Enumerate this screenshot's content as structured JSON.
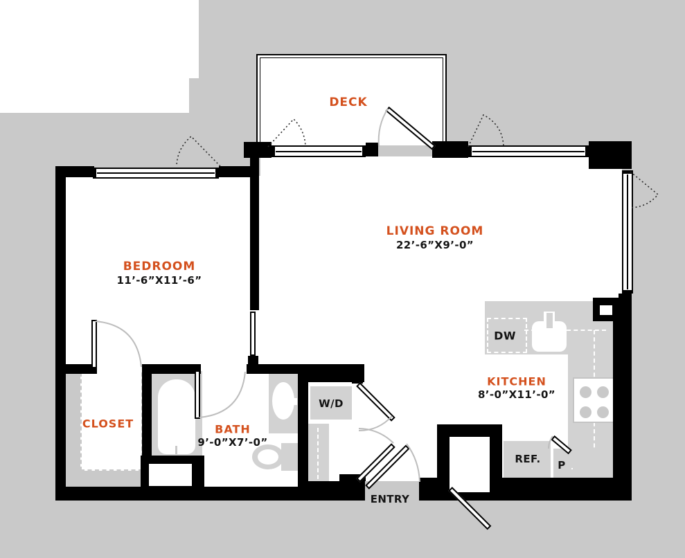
{
  "colors": {
    "accent_orange": "#d4511e",
    "wall_black": "#000000",
    "exterior_gray": "#c9c9c9",
    "fixture_gray": "#d2d2d2"
  },
  "rooms": {
    "deck": {
      "label": "DECK"
    },
    "living_room": {
      "label": "LIVING ROOM",
      "dims": "22’-6”X9’-0”"
    },
    "bedroom": {
      "label": "BEDROOM",
      "dims": "11’-6”X11’-6”"
    },
    "closet": {
      "label": "CLOSET"
    },
    "bath": {
      "label": "BATH",
      "dims": "9’-0”X7’-0”"
    },
    "kitchen": {
      "label": "KITCHEN",
      "dims": "8’-0”X11’-0”"
    },
    "entry": {
      "label": "ENTRY"
    }
  },
  "fixtures": {
    "washer_dryer": {
      "label": "W/D"
    },
    "dishwasher": {
      "label": "DW"
    },
    "refrigerator": {
      "label": "REF."
    },
    "pantry": {
      "label": "P"
    }
  }
}
